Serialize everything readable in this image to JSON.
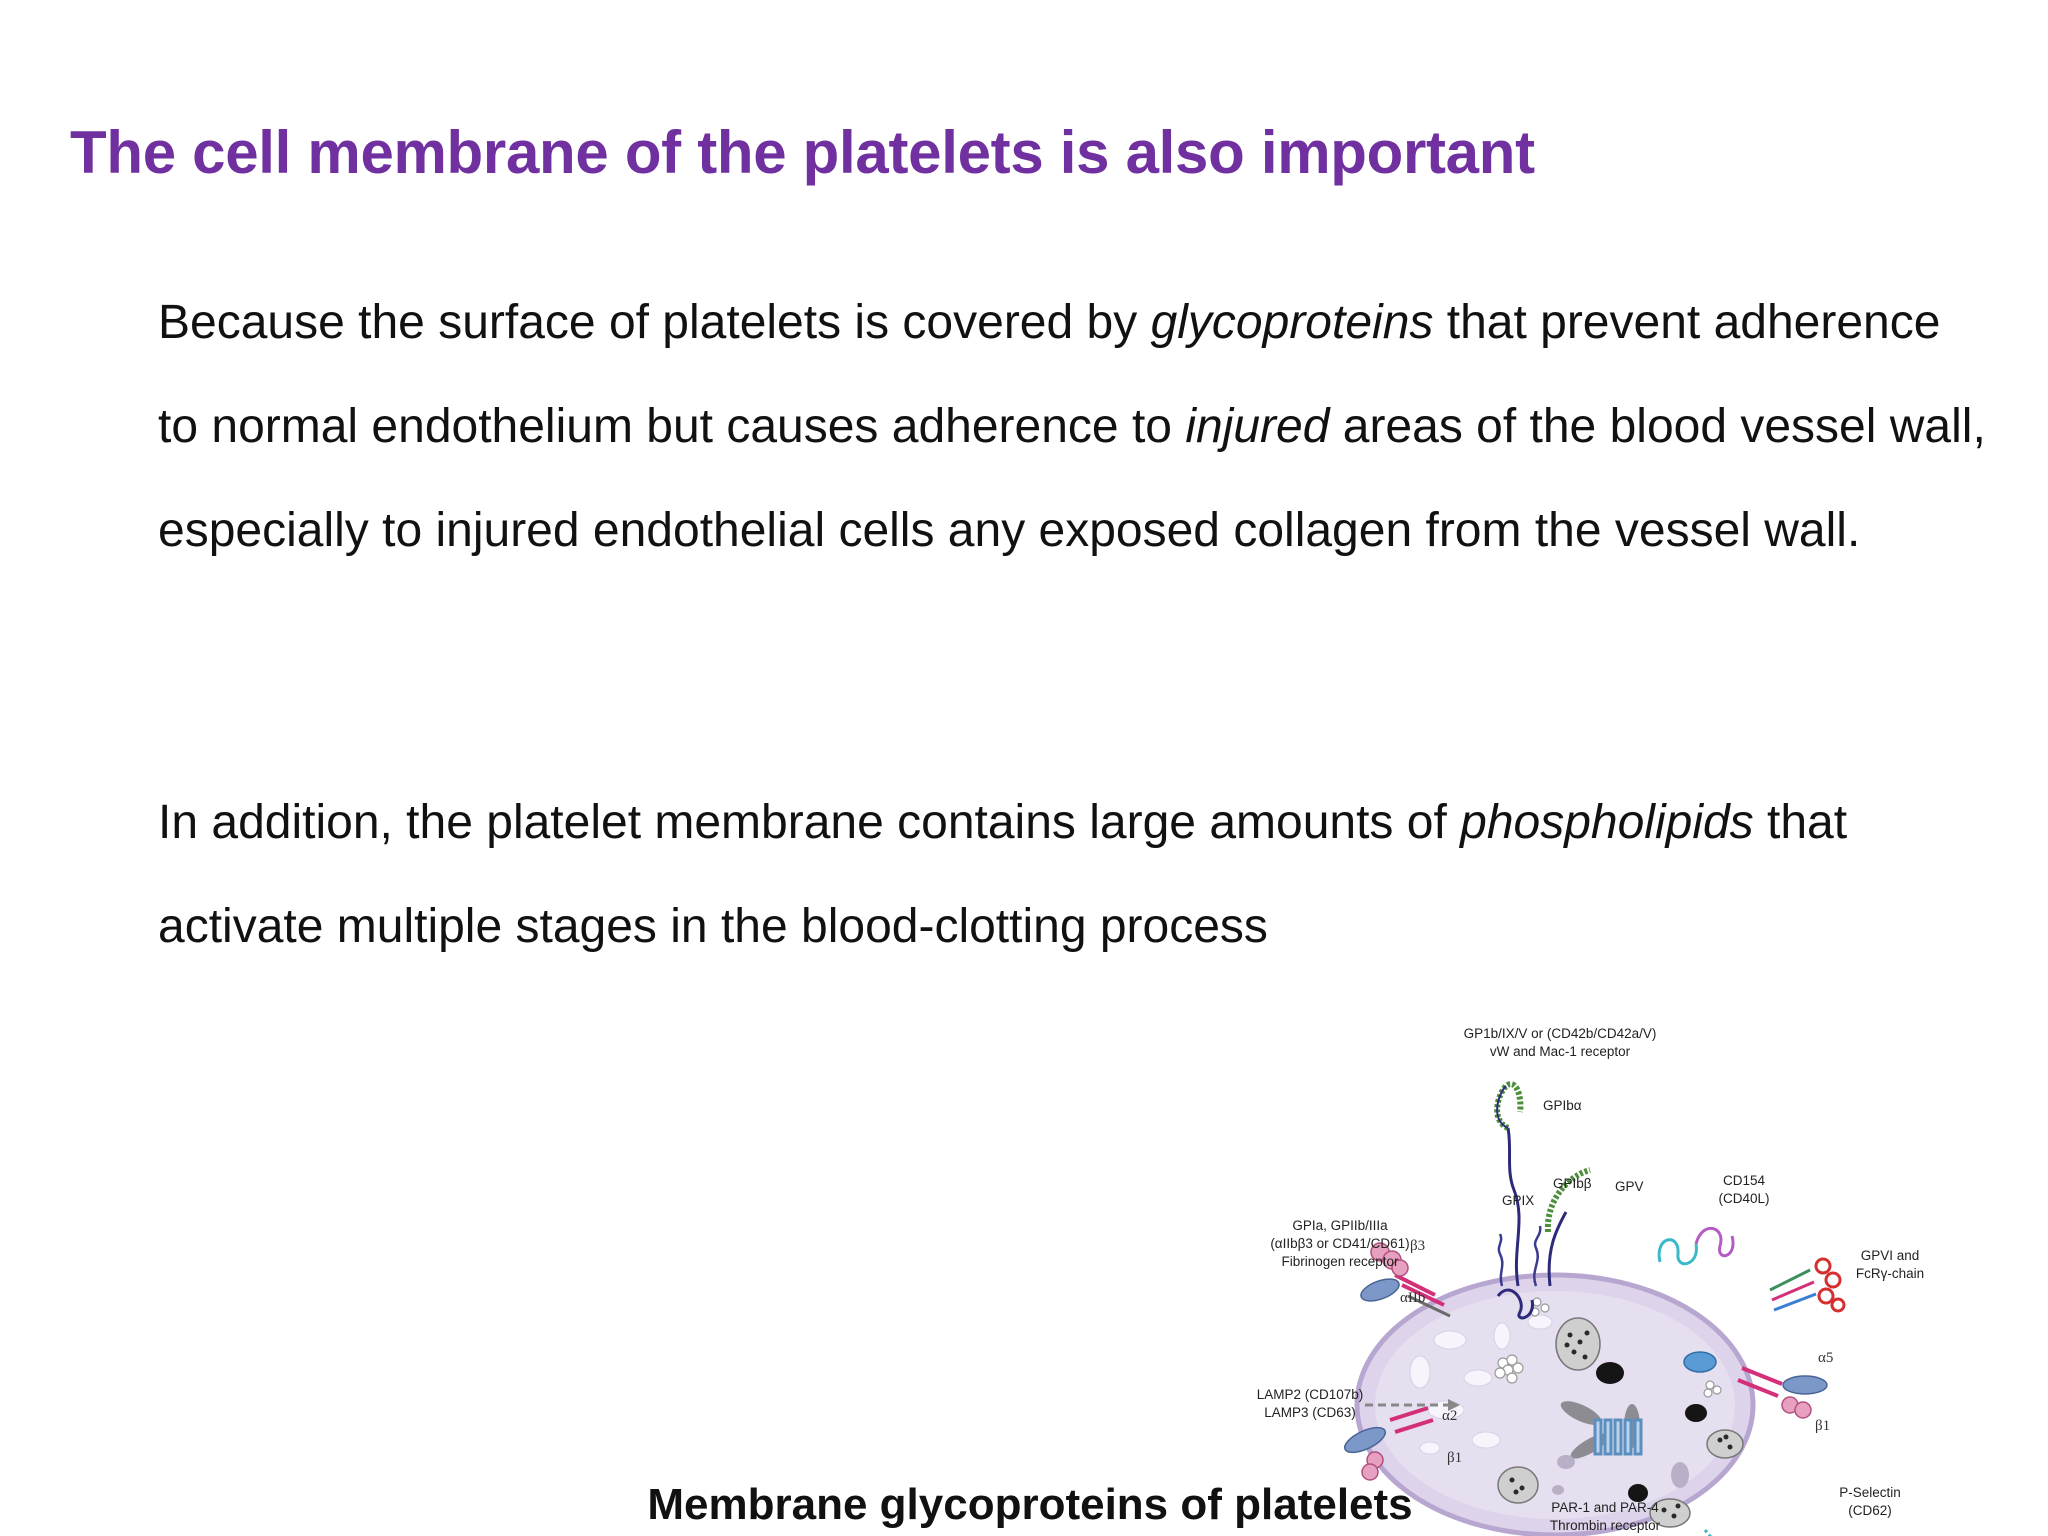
{
  "slide": {
    "title": "The cell membrane of the platelets is also important",
    "paragraph1": {
      "part1": "Because the surface of platelets is covered by ",
      "italic1": "glycoproteins",
      "part2": " that prevent adherence to normal endothelium but causes adherence to ",
      "italic2": "injured",
      "part3": " areas of the blood vessel wall, especially to injured endothelial cells any exposed collagen from the vessel wall."
    },
    "paragraph2": {
      "part1": "In addition, the platelet membrane contains large amounts of ",
      "italic1": "phospholipids",
      "part2": " that activate multiple stages in the blood-clotting process"
    },
    "caption": "Membrane glycoproteins of platelets"
  },
  "figure": {
    "labels": {
      "gp1b_line1": "GP1b/IX/V or (CD42b/CD42a/V)",
      "gp1b_line2": "vW and Mac-1 receptor",
      "gpiba": "GPIbα",
      "gpibb": "GPIbβ",
      "gpv": "GPV",
      "gpix": "GPIX",
      "cd154_line1": "CD154",
      "cd154_line2": "(CD40L)",
      "gpia_line1": "GPIa, GPIIb/IIIa",
      "gpia_line2": "(αIIbβ3 or CD41/CD61)",
      "gpia_line3": "Fibrinogen receptor",
      "beta3": "β3",
      "alpha2b": "αIIb",
      "gpvi_line1": "GPVI and",
      "gpvi_line2": "FcRγ-chain",
      "lamp_line1": "LAMP2 (CD107b)",
      "lamp_line2": "LAMP3 (CD63)",
      "alpha5": "α5",
      "beta1_right": "β1",
      "alpha2": "α2",
      "beta1_left": "β1",
      "par_line1": "PAR-1 and PAR-4",
      "par_line2": "Thrombin receptor",
      "psel_line1": "P-Selectin",
      "psel_line2": "(CD62)"
    }
  }
}
